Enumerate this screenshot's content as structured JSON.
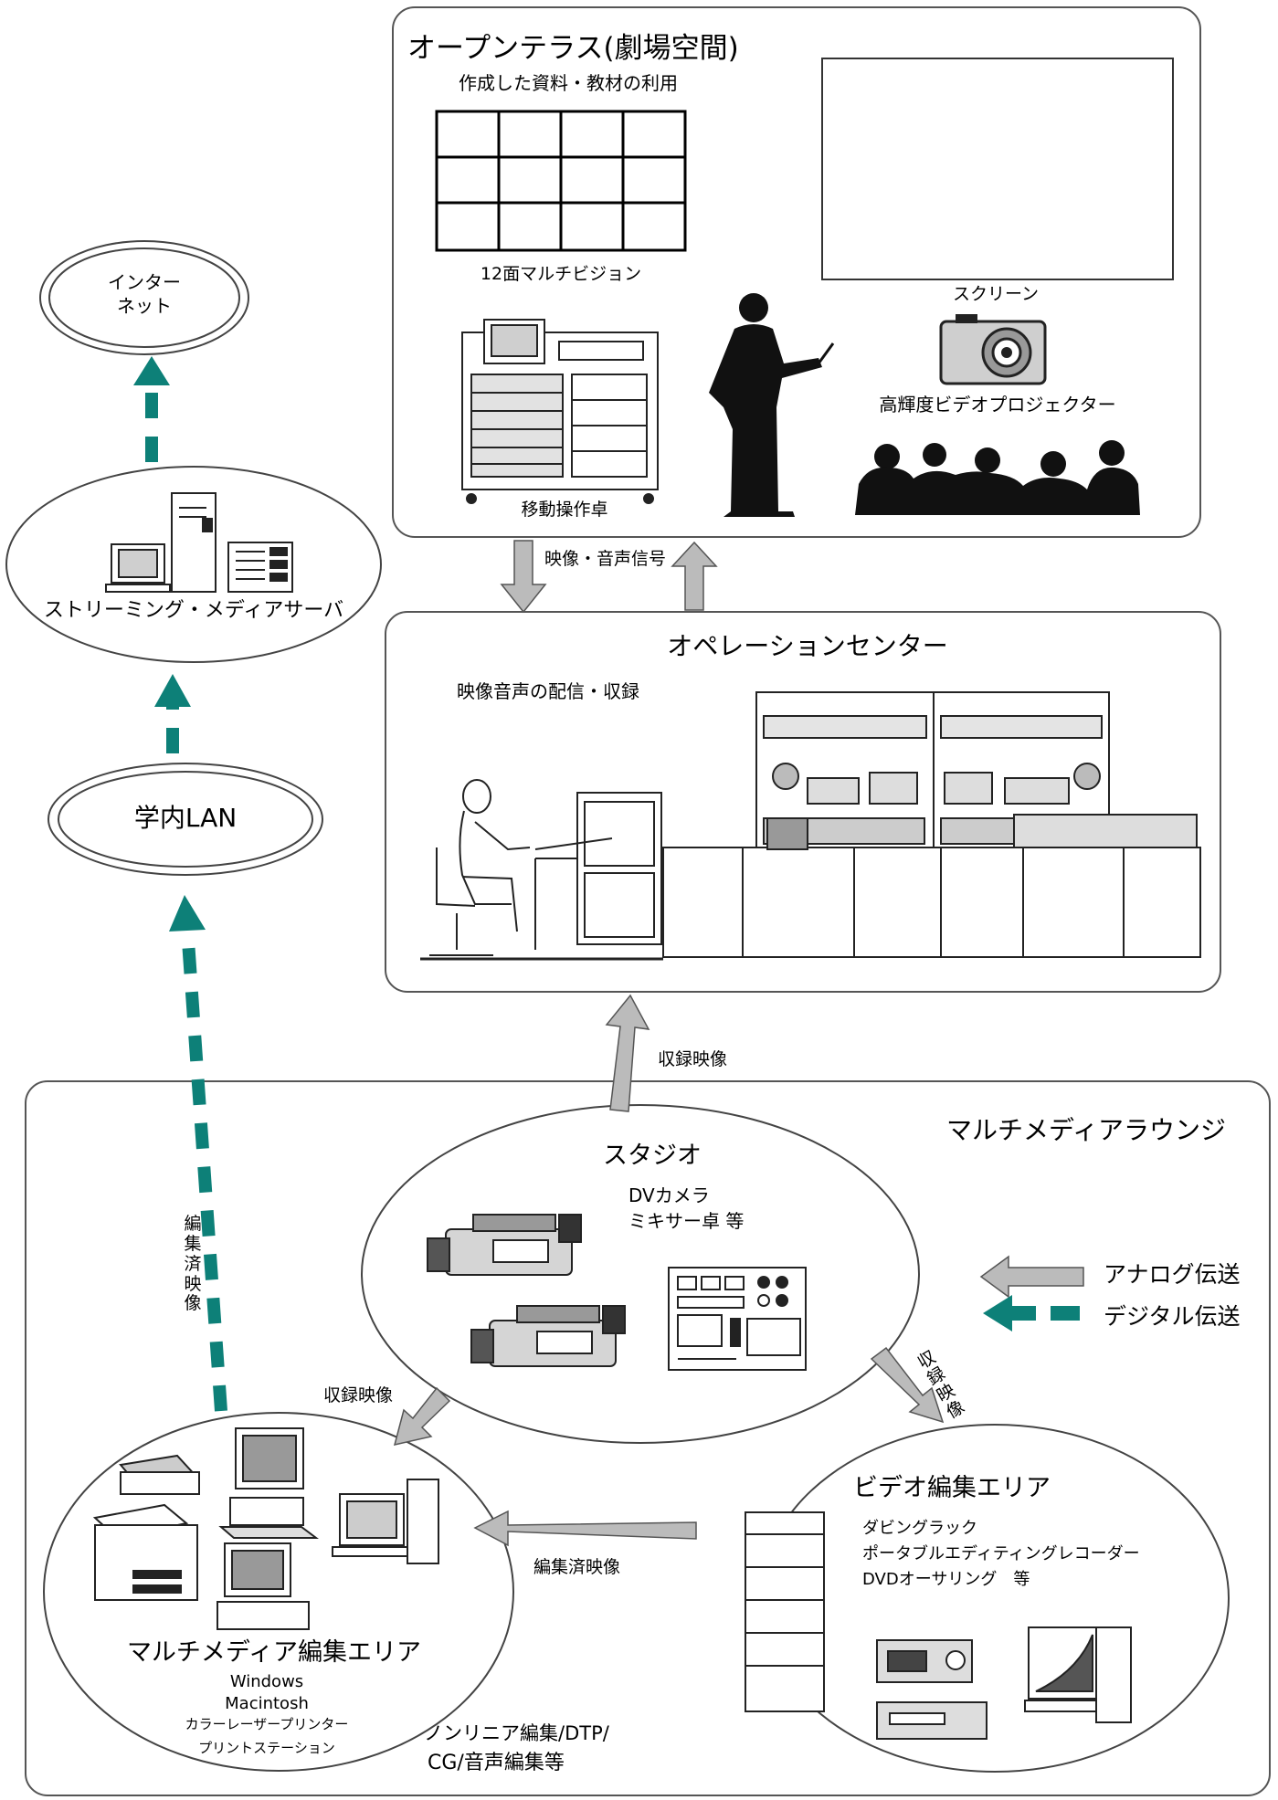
{
  "open_terrace": {
    "title": "オープンテラス(劇場空間)",
    "subtitle": "作成した資料・教材の利用",
    "multivision": "12面マルチビジョン",
    "screen": "スクリーン",
    "projector": "高輝度ビデオプロジェクター",
    "console": "移動操作卓"
  },
  "internet": {
    "line1": "インター",
    "line2": "ネット"
  },
  "streaming_server": "ストリーミング・メディアサーバ",
  "campus_lan": "学内LAN",
  "av_signal": "映像・音声信号",
  "operation_center": {
    "title": "オペレーションセンター",
    "subtitle": "映像音声の配信・収録"
  },
  "recorded_video_label": "収録映像",
  "lounge": {
    "title": "マルチメディアラウンジ"
  },
  "studio": {
    "title": "スタジオ",
    "line1": "DVカメラ",
    "line2": "ミキサー卓 等"
  },
  "legend": {
    "analog": "アナログ伝送",
    "digital": "デジタル伝送"
  },
  "edited_video_vertical": [
    "編",
    "集",
    "済",
    "映",
    "像"
  ],
  "recorded_video_vertical": [
    "収",
    "録",
    "映",
    "像"
  ],
  "video_edit_area": {
    "title": "ビデオ編集エリア",
    "line1": "ダビングラック",
    "line2": "ポータブルエディティングレコーダー",
    "line3": "DVDオーサリング　等"
  },
  "edited_video_label": "編集済映像",
  "multimedia_edit_area": {
    "title": "マルチメディア編集エリア",
    "line1": "Windows",
    "line2": "Macintosh",
    "line3": "カラーレーザープリンター",
    "line4": "プリントステーション"
  },
  "nonlinear": {
    "line1": "ノンリニア編集/DTP/",
    "line2": "CG/音声編集等"
  },
  "colors": {
    "analog_arrow": "#b3b3b3",
    "digital_arrow": "#0d8078",
    "frame": "#555555"
  }
}
